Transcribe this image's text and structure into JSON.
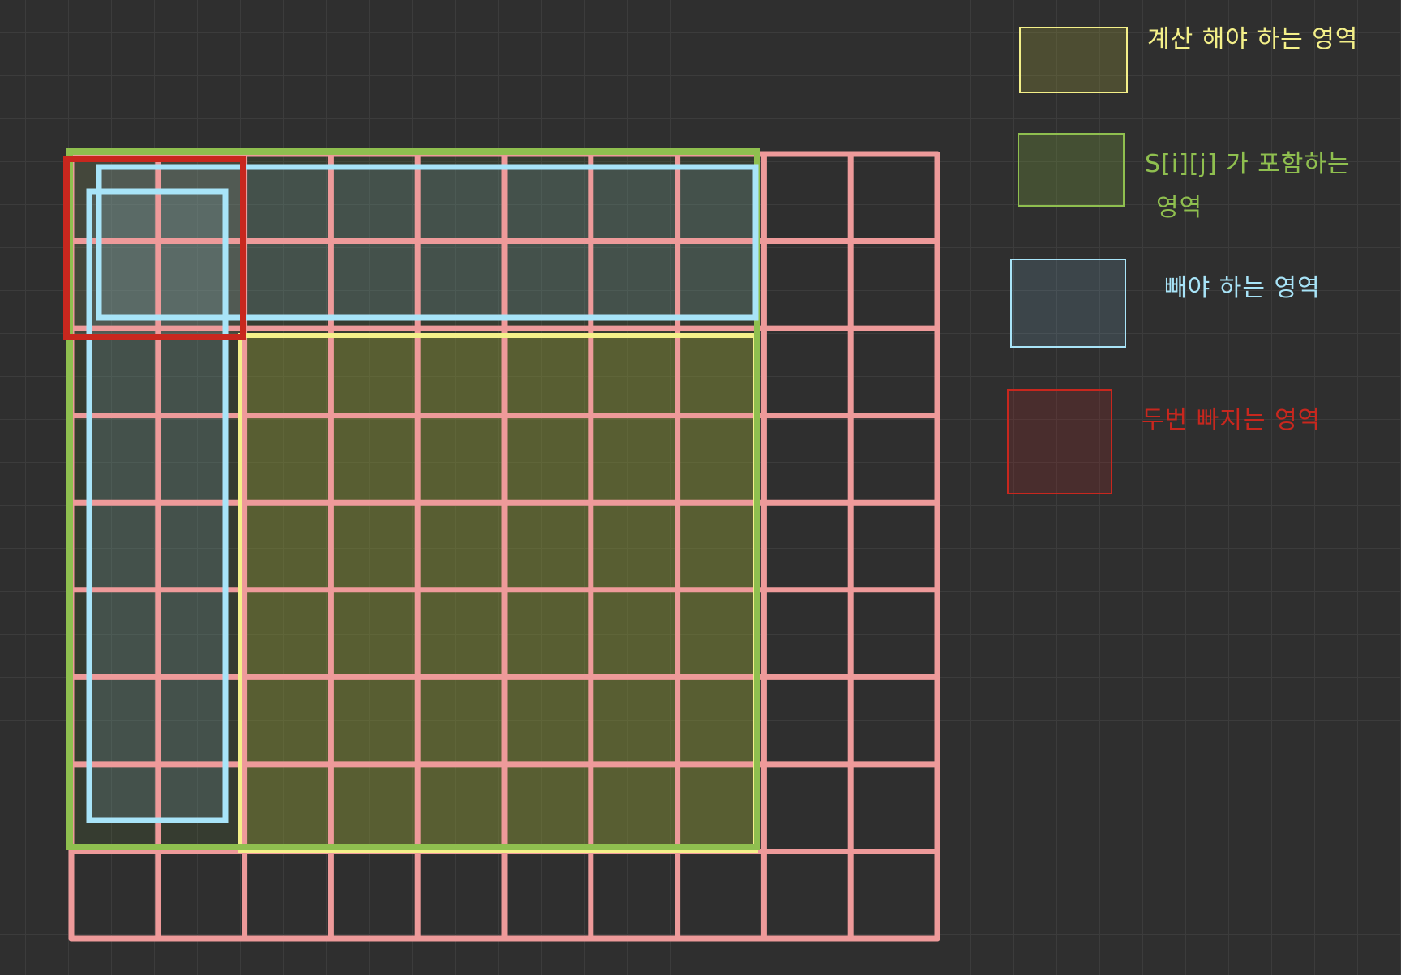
{
  "diagram": {
    "grid": {
      "rows": 9,
      "cols": 10
    },
    "regions": {
      "compute": {
        "color": "#f4f089",
        "fill": "rgba(150,150,60,0.33)"
      },
      "sum_contains": {
        "color": "#8fbf4f",
        "fill": "rgba(110,150,60,0.18)"
      },
      "subtract": {
        "color": "#a8e4f8",
        "fill": "rgba(140,200,230,0.16)"
      },
      "double_subtracted": {
        "color": "#c8271e",
        "fill": "rgba(200,40,30,0.12)"
      }
    },
    "grid_color": "#ee9a9a"
  },
  "legend": [
    {
      "key": "compute",
      "label": "계산 해야 하는 영역",
      "color": "#f4f089",
      "fill": "rgba(150,150,60,0.35)"
    },
    {
      "key": "sum_contains",
      "label": "S[i][j] 가 포함하는",
      "label_line2": "영역",
      "color": "#8fbf4f",
      "fill": "rgba(110,140,60,0.35)"
    },
    {
      "key": "subtract",
      "label": "빼야 하는 영역",
      "color": "#a8e4f8",
      "fill": "rgba(120,170,200,0.2)"
    },
    {
      "key": "double_subtracted",
      "label": "두번 빠지는 영역",
      "color": "#c8271e",
      "fill": "rgba(170,40,40,0.22)"
    }
  ]
}
